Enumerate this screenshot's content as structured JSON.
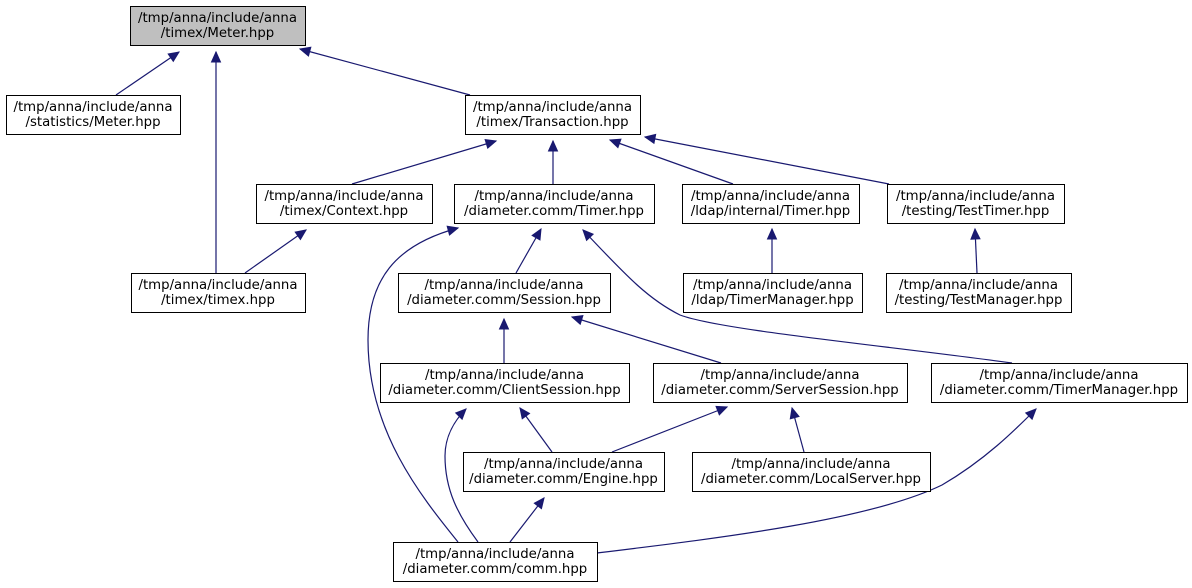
{
  "graph": {
    "type": "include-dependency-graph",
    "colors": {
      "edge": "#191970",
      "root_fill": "#bfbfbf",
      "node_fill": "#ffffff",
      "border": "#000000"
    },
    "nodes": [
      {
        "id": "meter_timex",
        "lines": [
          "/tmp/anna/include/anna",
          "/timex/Meter.hpp"
        ],
        "root": true
      },
      {
        "id": "meter_stats",
        "lines": [
          "/tmp/anna/include/anna",
          "/statistics/Meter.hpp"
        ]
      },
      {
        "id": "transaction",
        "lines": [
          "/tmp/anna/include/anna",
          "/timex/Transaction.hpp"
        ]
      },
      {
        "id": "context",
        "lines": [
          "/tmp/anna/include/anna",
          "/timex/Context.hpp"
        ]
      },
      {
        "id": "dtimer",
        "lines": [
          "/tmp/anna/include/anna",
          "/diameter.comm/Timer.hpp"
        ]
      },
      {
        "id": "ldaptimer",
        "lines": [
          "/tmp/anna/include/anna",
          "/ldap/internal/Timer.hpp"
        ]
      },
      {
        "id": "testtimer",
        "lines": [
          "/tmp/anna/include/anna",
          "/testing/TestTimer.hpp"
        ]
      },
      {
        "id": "timexhpp",
        "lines": [
          "/tmp/anna/include/anna",
          "/timex/timex.hpp"
        ]
      },
      {
        "id": "session",
        "lines": [
          "/tmp/anna/include/anna",
          "/diameter.comm/Session.hpp"
        ]
      },
      {
        "id": "ldaptm",
        "lines": [
          "/tmp/anna/include/anna",
          "/ldap/TimerManager.hpp"
        ]
      },
      {
        "id": "testmgr",
        "lines": [
          "/tmp/anna/include/anna",
          "/testing/TestManager.hpp"
        ]
      },
      {
        "id": "clientsession",
        "lines": [
          "/tmp/anna/include/anna",
          "/diameter.comm/ClientSession.hpp"
        ]
      },
      {
        "id": "serversession",
        "lines": [
          "/tmp/anna/include/anna",
          "/diameter.comm/ServerSession.hpp"
        ]
      },
      {
        "id": "dtm",
        "lines": [
          "/tmp/anna/include/anna",
          "/diameter.comm/TimerManager.hpp"
        ]
      },
      {
        "id": "engine",
        "lines": [
          "/tmp/anna/include/anna",
          "/diameter.comm/Engine.hpp"
        ]
      },
      {
        "id": "localserver",
        "lines": [
          "/tmp/anna/include/anna",
          "/diameter.comm/LocalServer.hpp"
        ]
      },
      {
        "id": "comm",
        "lines": [
          "/tmp/anna/include/anna",
          "/diameter.comm/comm.hpp"
        ]
      }
    ],
    "edges": [
      {
        "from": "meter_stats",
        "to": "meter_timex"
      },
      {
        "from": "timexhpp",
        "to": "meter_timex"
      },
      {
        "from": "transaction",
        "to": "meter_timex"
      },
      {
        "from": "context",
        "to": "transaction"
      },
      {
        "from": "dtimer",
        "to": "transaction"
      },
      {
        "from": "ldaptimer",
        "to": "transaction"
      },
      {
        "from": "testtimer",
        "to": "transaction"
      },
      {
        "from": "timexhpp",
        "to": "context"
      },
      {
        "from": "session",
        "to": "dtimer"
      },
      {
        "from": "comm",
        "to": "dtimer"
      },
      {
        "from": "dtm",
        "to": "dtimer"
      },
      {
        "from": "ldaptm",
        "to": "ldaptimer"
      },
      {
        "from": "testmgr",
        "to": "testtimer"
      },
      {
        "from": "clientsession",
        "to": "session"
      },
      {
        "from": "serversession",
        "to": "session"
      },
      {
        "from": "engine",
        "to": "clientsession"
      },
      {
        "from": "comm",
        "to": "clientsession"
      },
      {
        "from": "engine",
        "to": "serversession"
      },
      {
        "from": "localserver",
        "to": "serversession"
      },
      {
        "from": "comm",
        "to": "dtm"
      },
      {
        "from": "comm",
        "to": "engine"
      }
    ]
  }
}
